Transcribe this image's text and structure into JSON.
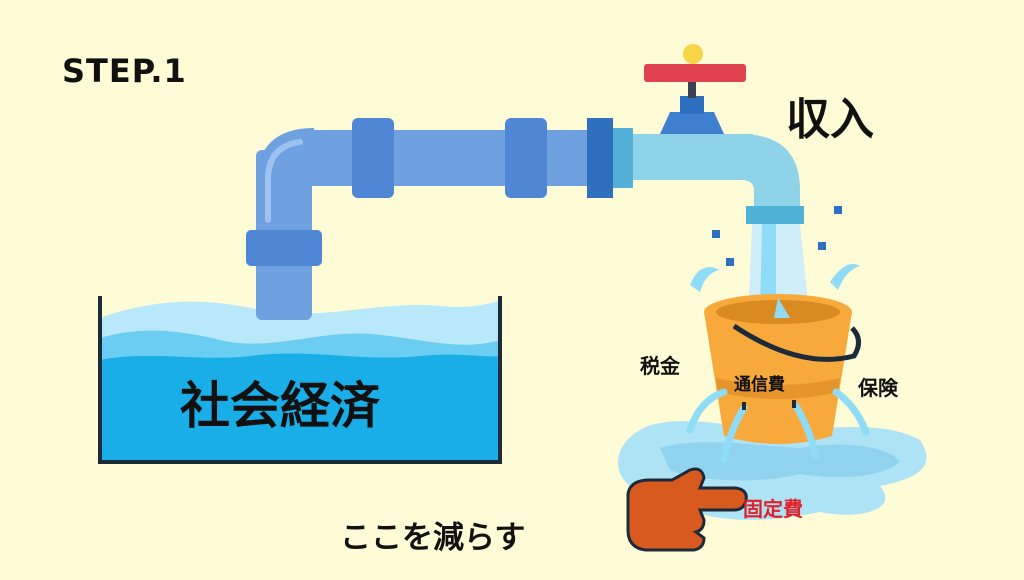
{
  "step": "STEP.1",
  "income": "収入",
  "economy": "社会経済",
  "labels": {
    "tax": "税金",
    "communication": "通信費",
    "insurance": "保険",
    "fixed_cost": "固定費"
  },
  "reduce": "ここを減らす",
  "colors": {
    "background": "#fefcd6",
    "pipe": "#6fa0e0",
    "pipe_joint": "#4f87d4",
    "water_dark": "#1aaee8",
    "water_light": "#8fdcf6",
    "bucket": "#f7a93b",
    "valve": "#e0434f",
    "hand": "#d85a1f",
    "fixed_cost_text": "#e0202a"
  }
}
